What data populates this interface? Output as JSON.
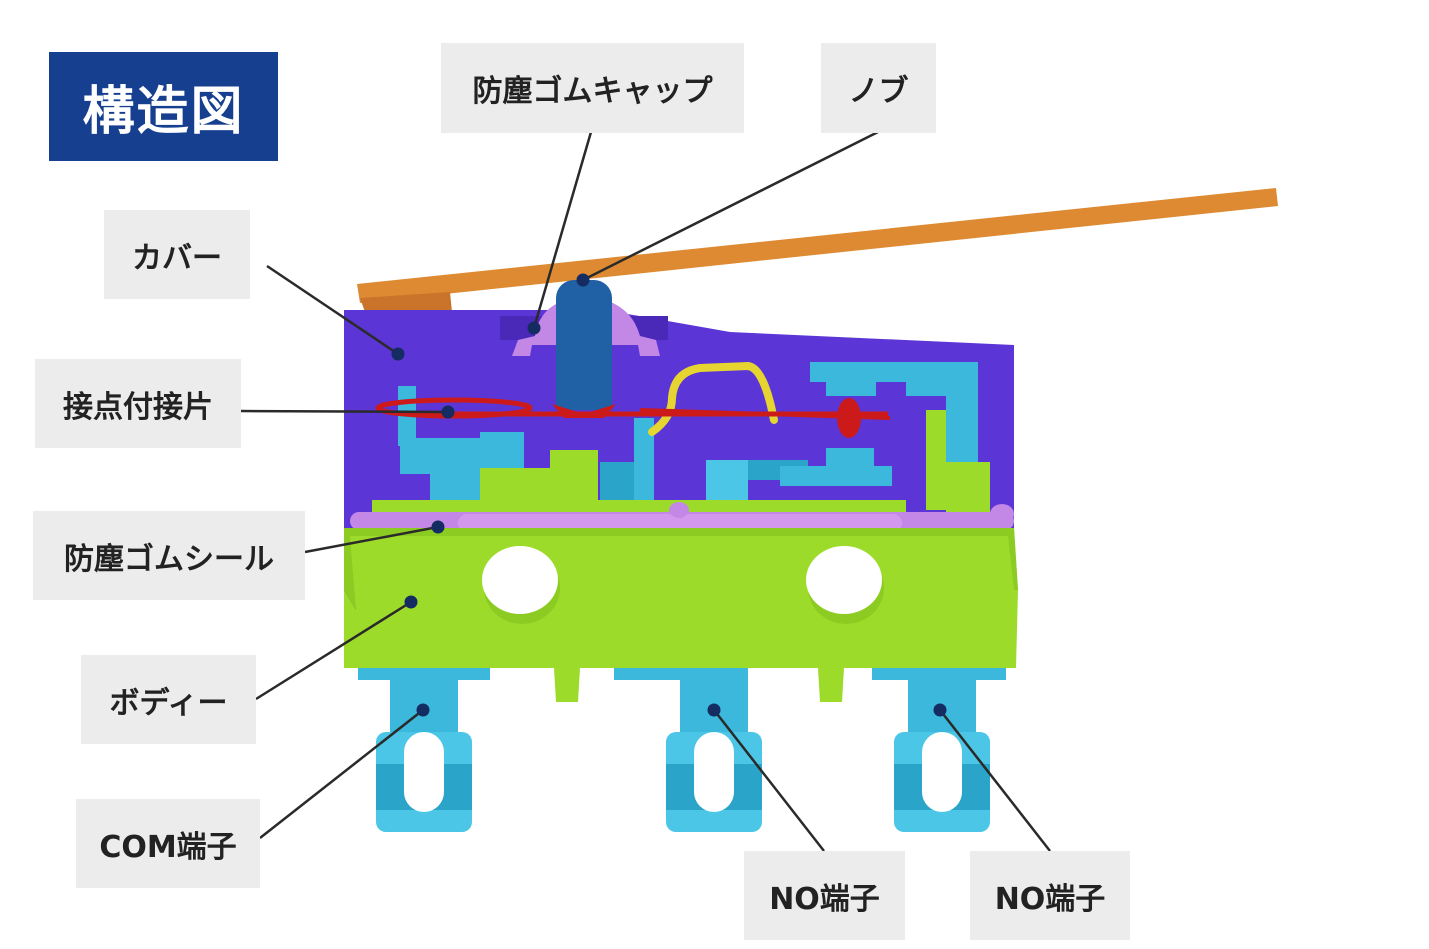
{
  "title": "構造図",
  "labels": {
    "dust_cap": "防塵ゴムキャップ",
    "knob": "ノブ",
    "cover": "カバー",
    "contact_spring": "接点付接片",
    "dust_seal": "防塵ゴムシール",
    "body": "ボディー",
    "com_terminal": "COM端子",
    "no_terminal_1": "NO端子",
    "no_terminal_2": "NO端子"
  },
  "colors": {
    "title_bg": "#173f8f",
    "label_bg": "#ececec",
    "cover": "#5b35d5",
    "body": "#9ddb2b",
    "terminal": "#3bb8db",
    "lever": "#de8a32",
    "seal": "#c387e6",
    "knob": "#2061a6",
    "contact": "#cc1a1a",
    "leader_line": "#2a2a2a",
    "leader_dot": "#152c62"
  }
}
